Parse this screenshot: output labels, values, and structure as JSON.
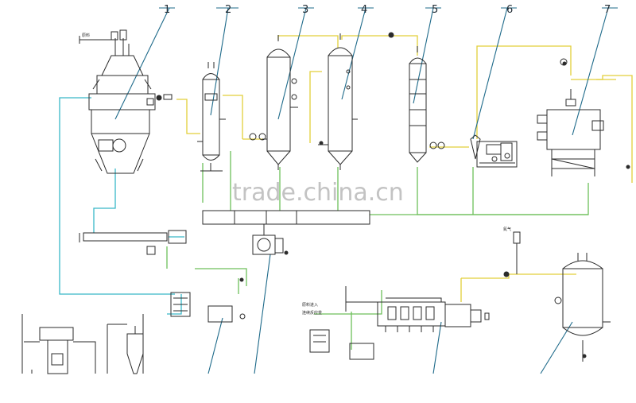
{
  "diagram": {
    "callouts": [
      "1",
      "2",
      "3",
      "4",
      "5",
      "6",
      "7"
    ],
    "watermark": "trade.china.cn"
  },
  "colors": {
    "leader": "#1e6a8a",
    "pipe_cyan": "#39b8c8",
    "pipe_green": "#6dbf5a",
    "pipe_yellow": "#e2cf3a",
    "ink": "#2b2b2b"
  }
}
